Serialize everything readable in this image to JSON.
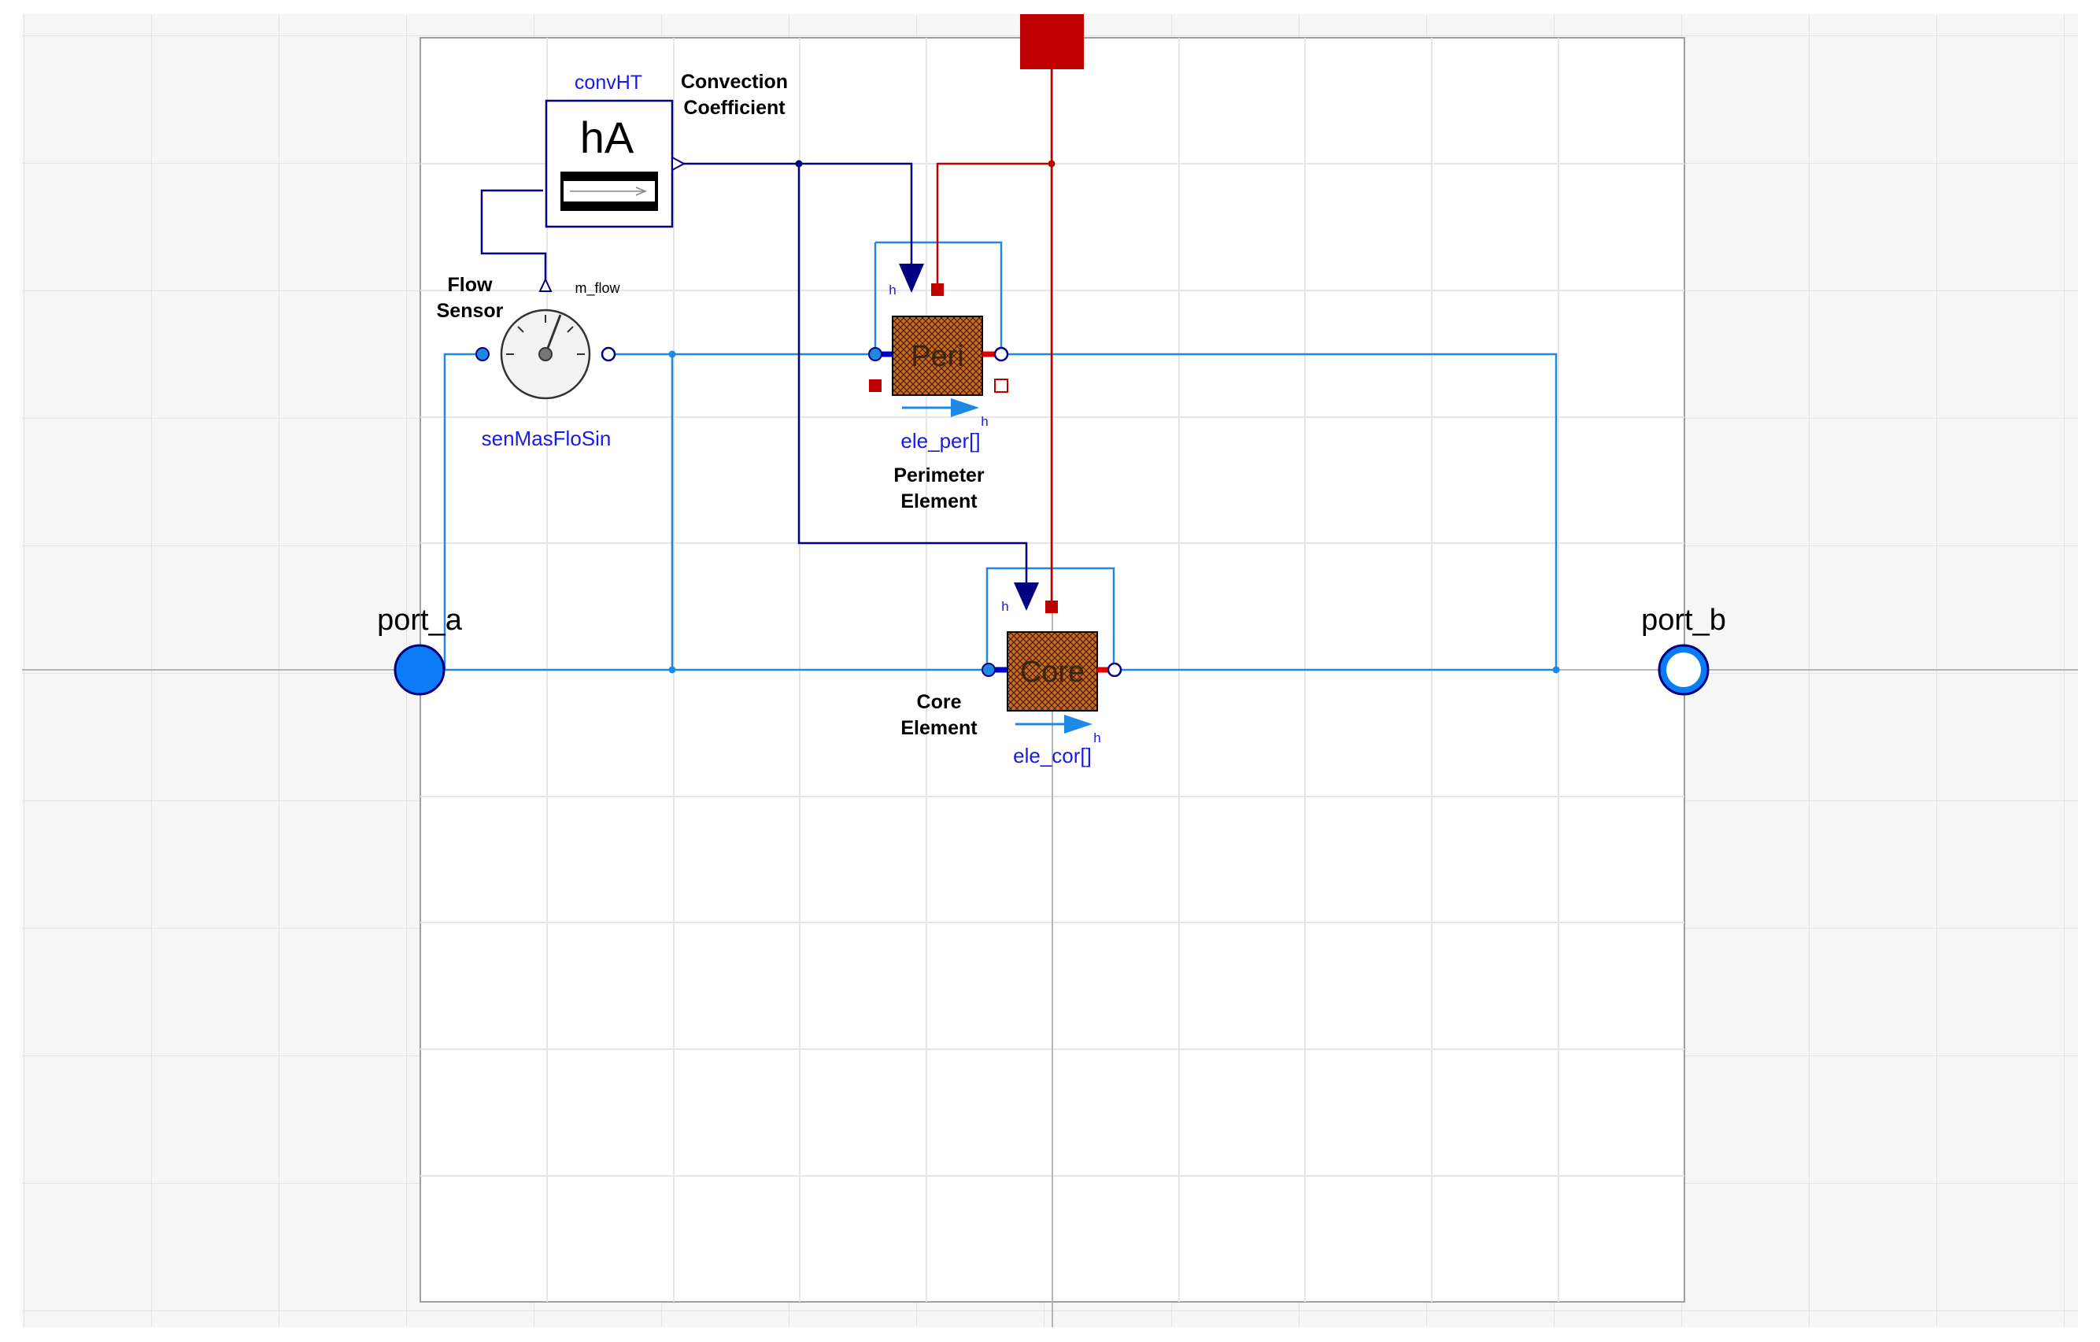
{
  "diagram": {
    "components": {
      "convHT": {
        "name": "convHT",
        "icon_text": "hA",
        "description": [
          "Convection",
          "Coefficient"
        ]
      },
      "flow_sensor": {
        "name": "senMasFloSin",
        "description": [
          "Flow",
          "Sensor"
        ],
        "output_label": "m_flow"
      },
      "peri": {
        "name": "ele_per[]",
        "icon_text": "Peri",
        "description": [
          "Perimeter",
          "Element"
        ],
        "h_label_input": "h",
        "h_label_arrow": "h"
      },
      "core": {
        "name": "ele_cor[]",
        "icon_text": "Core",
        "description": [
          "Core",
          "Element"
        ],
        "h_label_input": "h",
        "h_label_arrow": "h"
      }
    },
    "ports": {
      "port_a": {
        "label": "port_a"
      },
      "port_b": {
        "label": "port_b"
      }
    },
    "colors": {
      "fluid_line": "#1e88e5",
      "signal_line": "#000080",
      "heat_line": "#c00000",
      "element_fill": "#d2691e",
      "port_blue": "#0a7cf5",
      "grid": "#e3e3e3"
    }
  }
}
